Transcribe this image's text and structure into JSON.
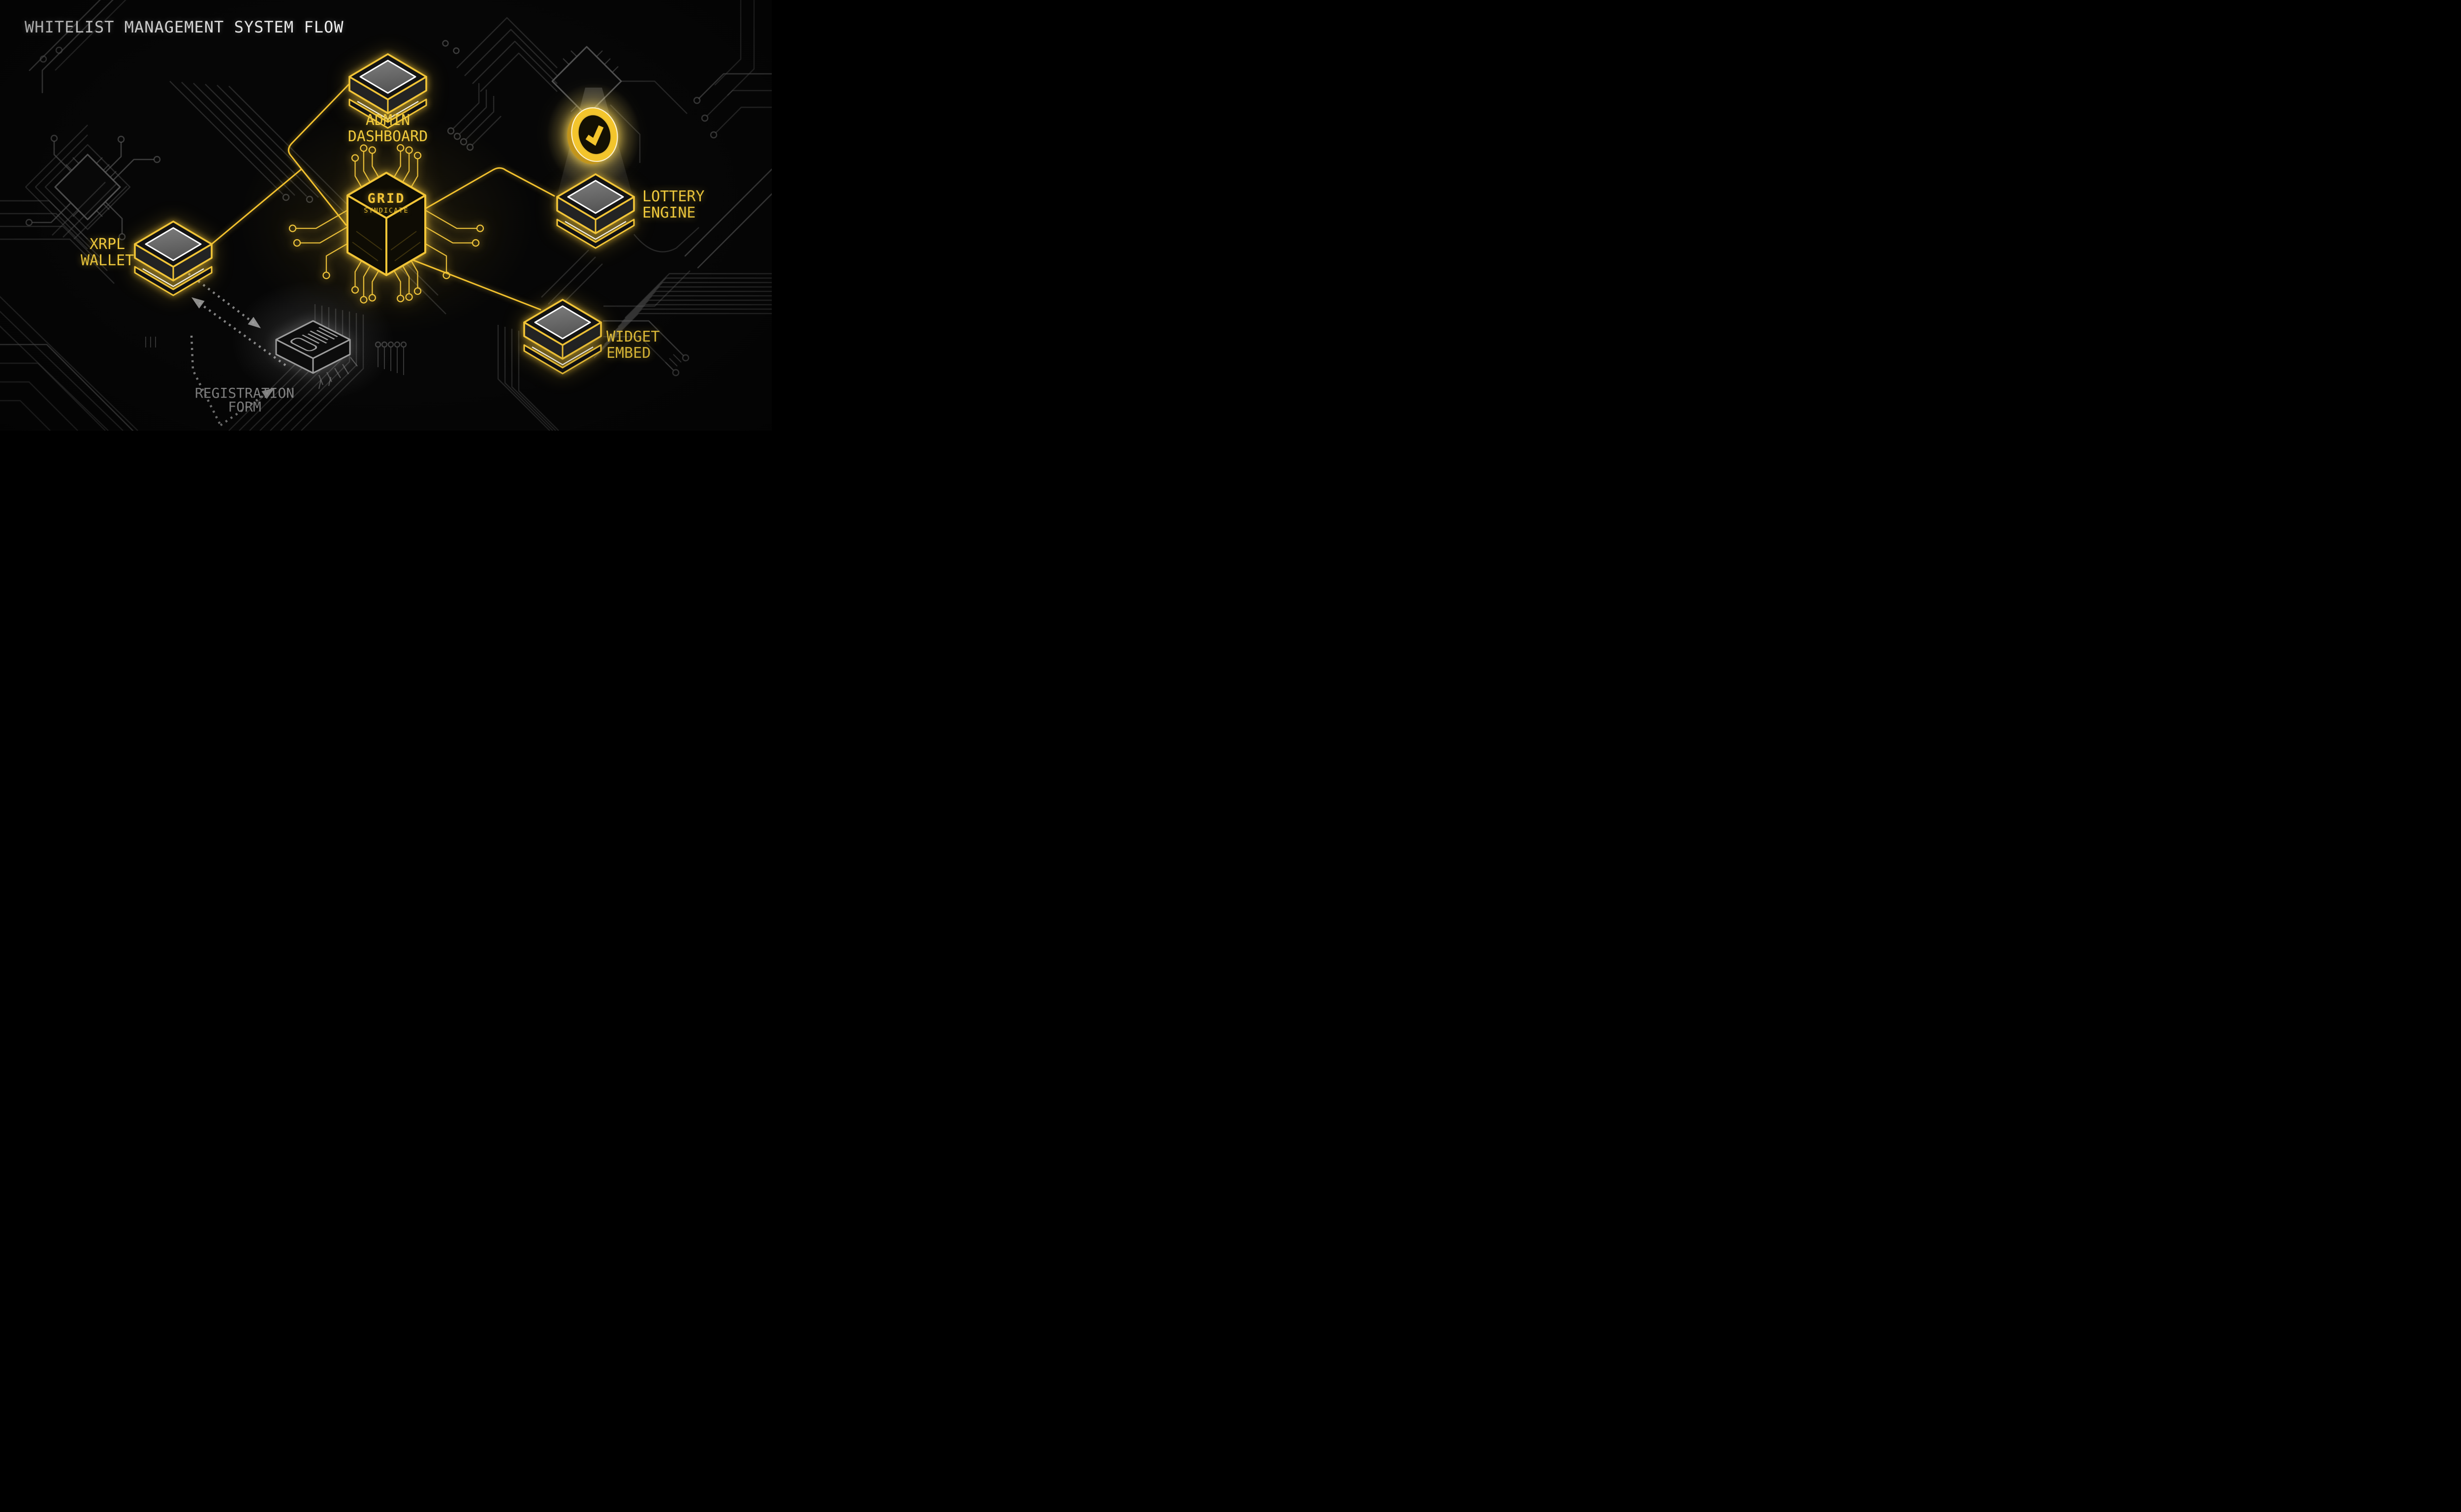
{
  "title": "WHITELIST MANAGEMENT SYSTEM FLOW",
  "center": {
    "line1": "GRID",
    "line2": "SYNDICATE"
  },
  "nodes": {
    "admin": {
      "line1": "ADMIN",
      "line2": "DASHBOARD",
      "state": "active"
    },
    "wallet": {
      "line1": "XRPL",
      "line2": "WALLET",
      "state": "active"
    },
    "lottery": {
      "line1": "LOTTERY",
      "line2": "ENGINE",
      "state": "active",
      "badge": "check-coin"
    },
    "widget": {
      "line1": "WIDGET",
      "line2": "EMBED",
      "state": "active"
    },
    "registration": {
      "line1": "REGISTRATION",
      "line2": "FORM",
      "state": "inactive"
    }
  },
  "icons": {
    "center": "processor-cube-icon",
    "node": "chip-icon",
    "lottery_badge": "check-coin-icon",
    "flow": "dotted-arrow-icon"
  },
  "colors": {
    "accent_yellow": "#F2C537",
    "text_yellow": "#EFC93C",
    "inactive_gray": "#909090",
    "trace_gray": "#5E5E5E",
    "background": "#060606",
    "title_white": "#F2F2F2"
  }
}
